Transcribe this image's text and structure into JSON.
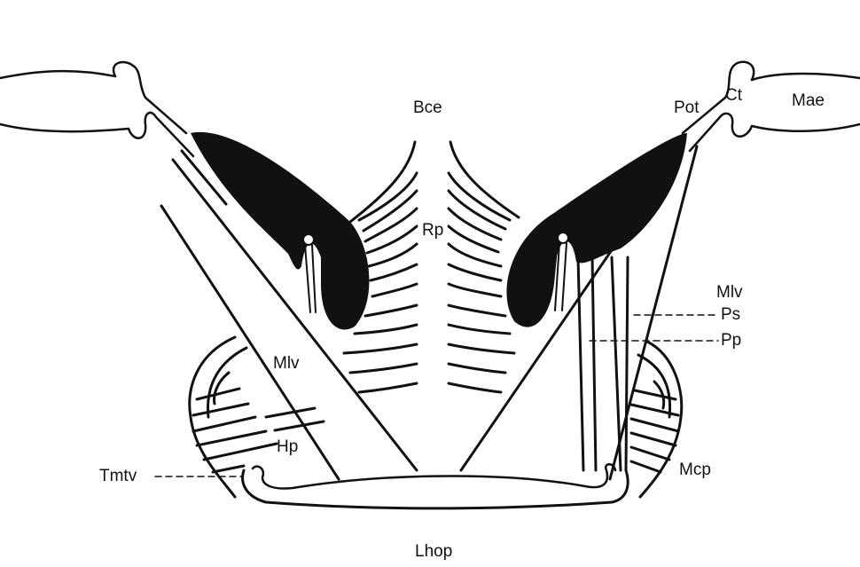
{
  "labels": {
    "bce": "Bce",
    "pot": "Pot",
    "ct": "Ct",
    "mae": "Mae",
    "rp": "Rp",
    "mlv_right": "Mlv",
    "ps": "Ps",
    "pp": "Pp",
    "mlv_left": "Mlv",
    "hp": "Hp",
    "tmtv": "Tmtv",
    "mcp": "Mcp",
    "lhop": "Lhop"
  },
  "colors": {
    "ink": "#111111",
    "muscle_fill": "#111111",
    "paper": "#ffffff"
  }
}
